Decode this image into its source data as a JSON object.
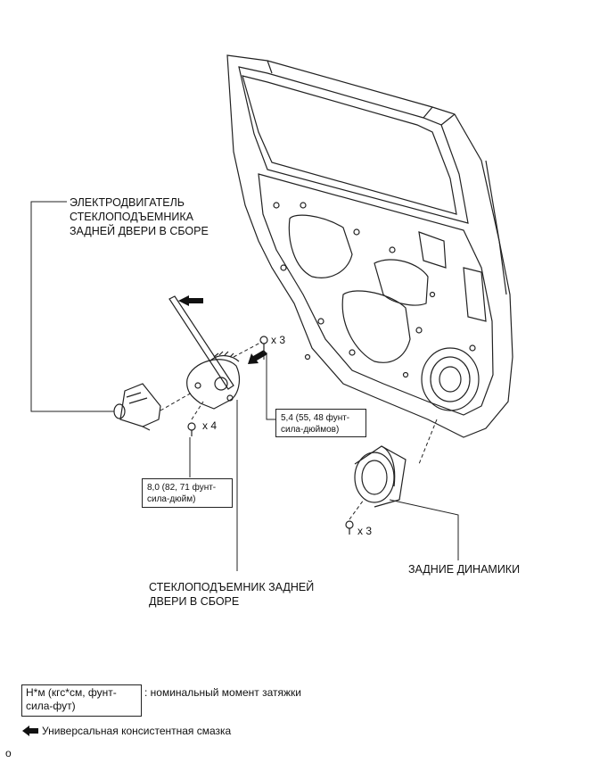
{
  "labels": {
    "motor": [
      "ЭЛЕКТРОДВИГАТЕЛЬ",
      "СТЕКЛОПОДЪЕМНИКА",
      "ЗАДНЕЙ ДВЕРИ В СБОРЕ"
    ],
    "regulator": [
      "СТЕКЛОПОДЪЕМНИК ЗАДНЕЙ",
      "ДВЕРИ В СБОРЕ"
    ],
    "speakers": "ЗАДНИЕ ДИНАМИКИ"
  },
  "torque": {
    "regulator_bolts": [
      "5,4 (55, 48 фунт-",
      "сила-дюймов)"
    ],
    "motor_bolts": [
      "8,0 (82, 71 фунт-",
      "сила-дюйм)"
    ]
  },
  "counts": {
    "regulator_bolts": "x 3",
    "motor_bolts": "x 4",
    "speaker_bolts": "x 3"
  },
  "legend": {
    "torque_box": [
      "Н*м (кгс*см, фунт-",
      "сила-фут)"
    ],
    "torque_desc": ": номинальный момент затяжки",
    "grease_desc": "Универсальная консистентная смазка"
  },
  "corner_mark": "o"
}
